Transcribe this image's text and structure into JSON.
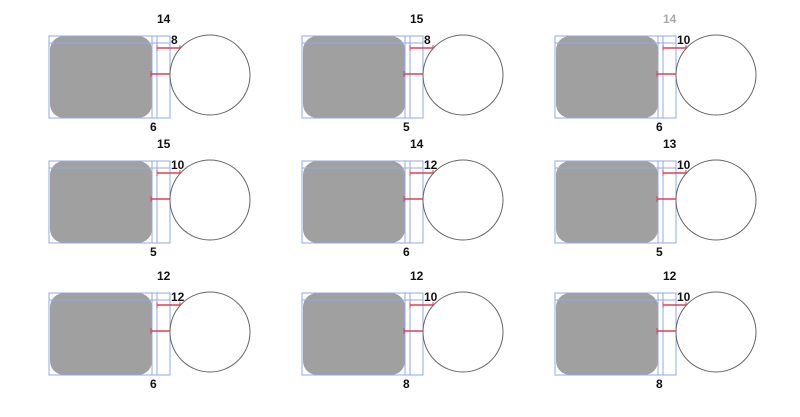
{
  "colors": {
    "guide": "#8fa8e8",
    "shape": "#a0a0a0",
    "measure": "#e04050",
    "circle": "#666666",
    "label": "#111111",
    "faded_label": "#aaaaaa"
  },
  "panels": [
    {
      "top": "14",
      "gap": "8",
      "bottom": "6"
    },
    {
      "top": "15",
      "gap": "8",
      "bottom": "5"
    },
    {
      "top": "14",
      "gap": "10",
      "bottom": "6",
      "top_faded": true
    },
    {
      "top": "15",
      "gap": "10",
      "bottom": "5"
    },
    {
      "top": "14",
      "gap": "12",
      "bottom": "6"
    },
    {
      "top": "13",
      "gap": "10",
      "bottom": "5"
    },
    {
      "top": "12",
      "gap": "12",
      "bottom": "6"
    },
    {
      "top": "12",
      "gap": "10",
      "bottom": "8"
    },
    {
      "top": "12",
      "gap": "10",
      "bottom": "8"
    }
  ]
}
